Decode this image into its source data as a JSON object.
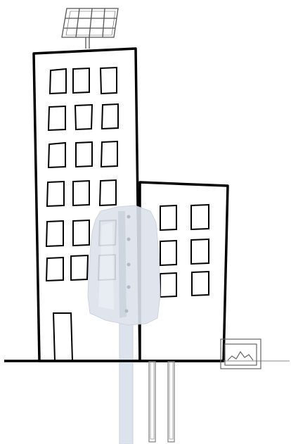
{
  "scene": {
    "tall_building": {
      "window_rows": 6,
      "window_cols": 3
    },
    "short_building": {
      "window_rows": 3,
      "window_cols": 2
    },
    "colors": {
      "ink": "#000000",
      "panel_ink": "#555555",
      "tower": "#dde3ec",
      "tower_shadow": "#c4ccd8",
      "pipe": "#888888",
      "monitor": "#666666"
    }
  }
}
